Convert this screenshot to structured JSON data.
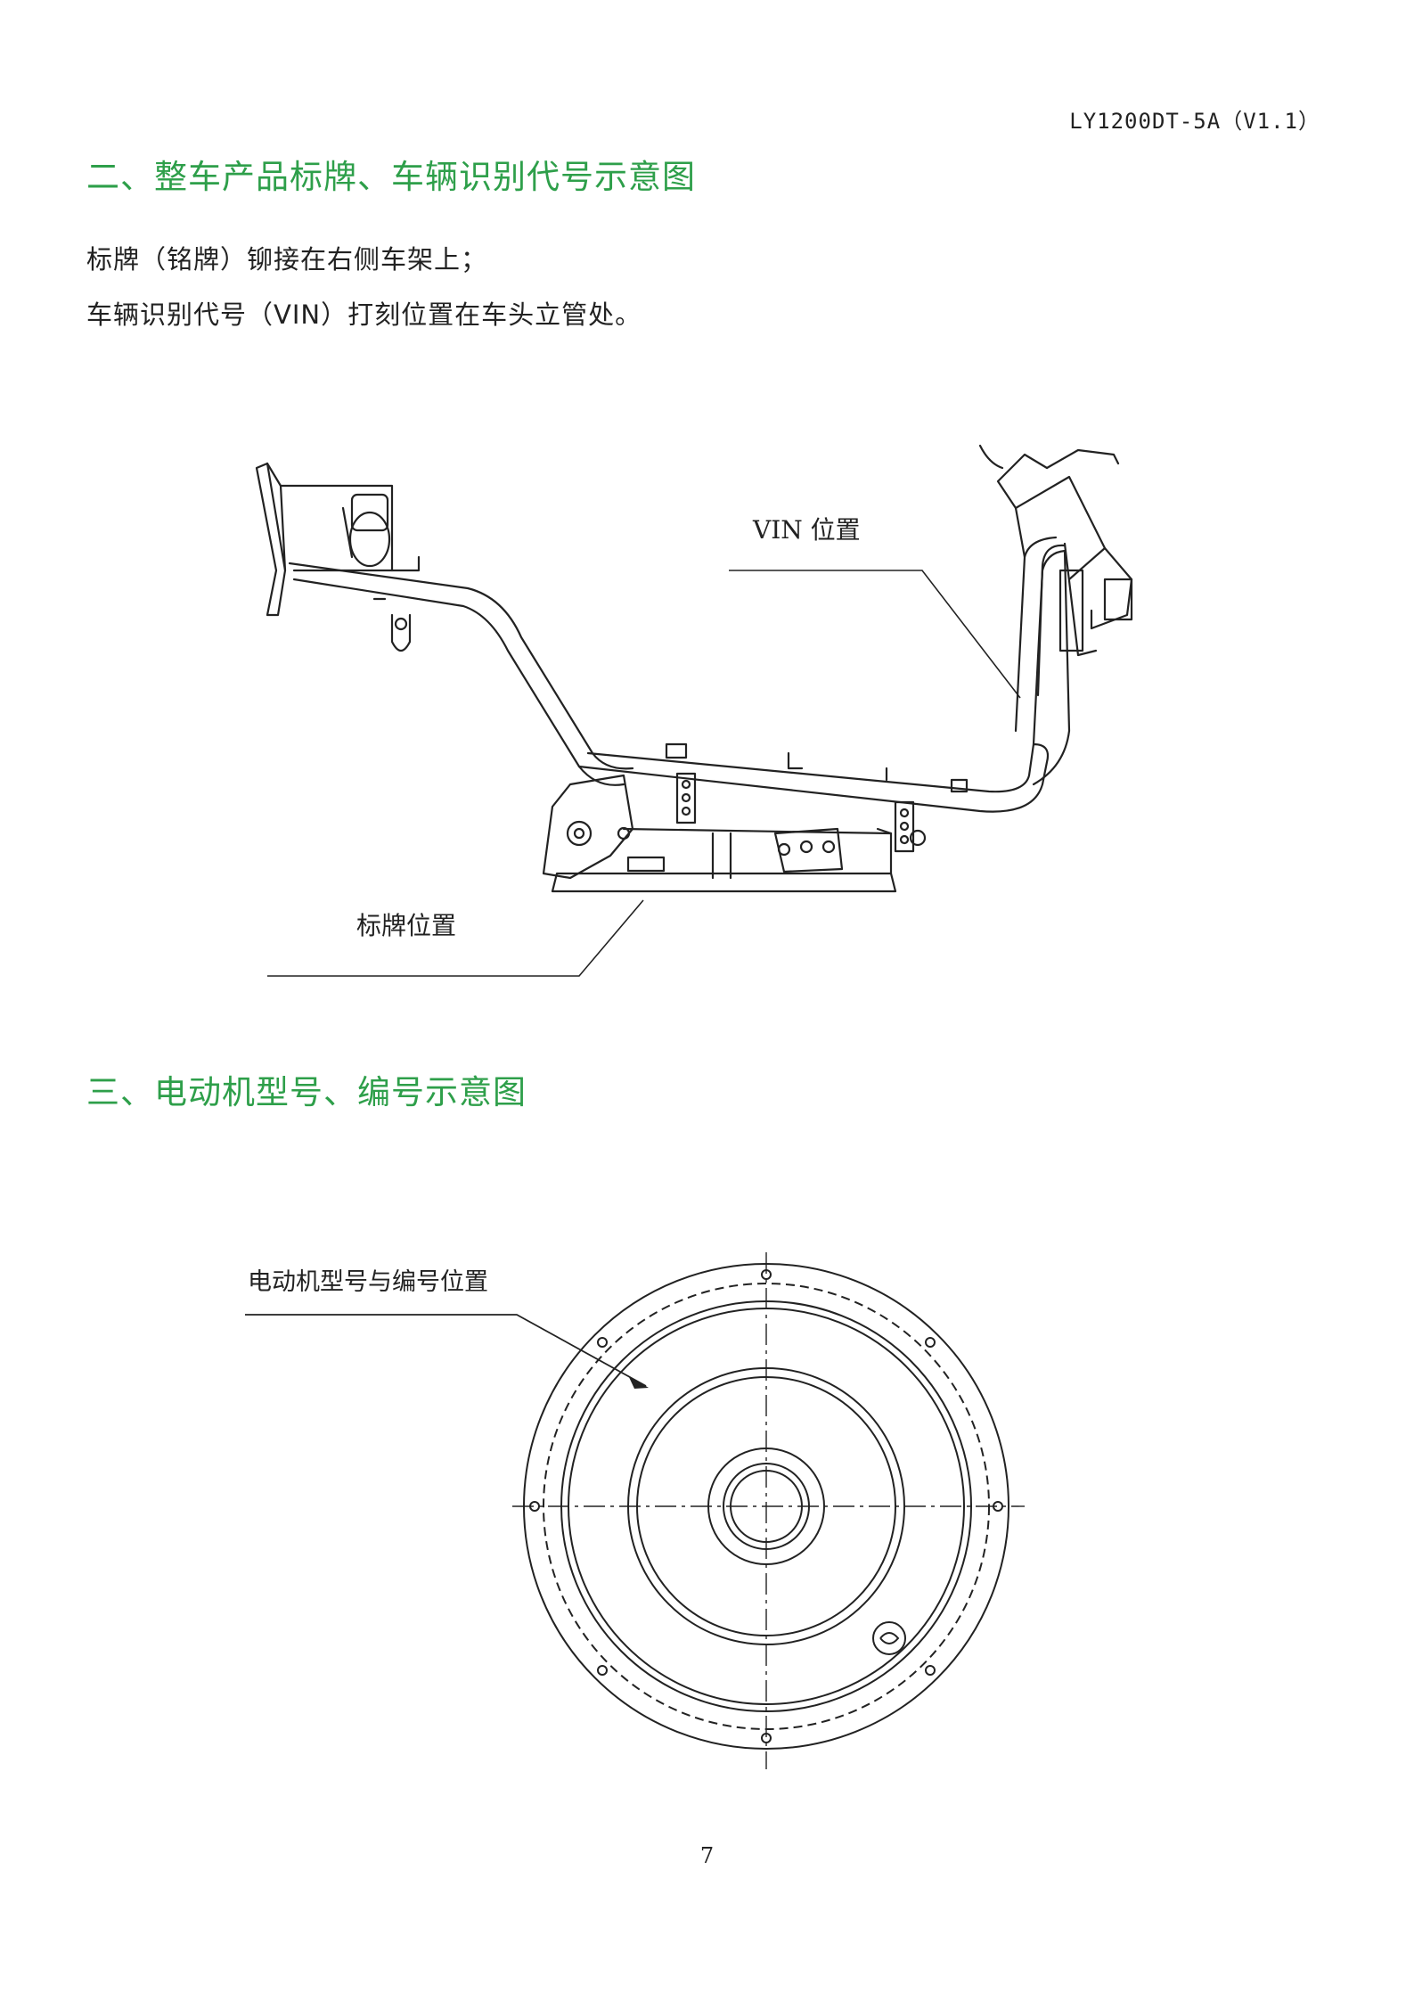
{
  "header": {
    "doc_code": "LY1200DT-5A（V1.1）"
  },
  "section2": {
    "title": "二、整车产品标牌、车辆识别代号示意图",
    "lines": [
      "标牌（铭牌）铆接在右侧车架上；",
      "车辆识别代号（VIN）打刻位置在车头立管处。"
    ],
    "callout_vin": "VIN 位置",
    "callout_plate": "标牌位置"
  },
  "section3": {
    "title": "三、电动机型号、编号示意图",
    "callout_motor": "电动机型号与编号位置"
  },
  "footer": {
    "page_number": "7"
  }
}
